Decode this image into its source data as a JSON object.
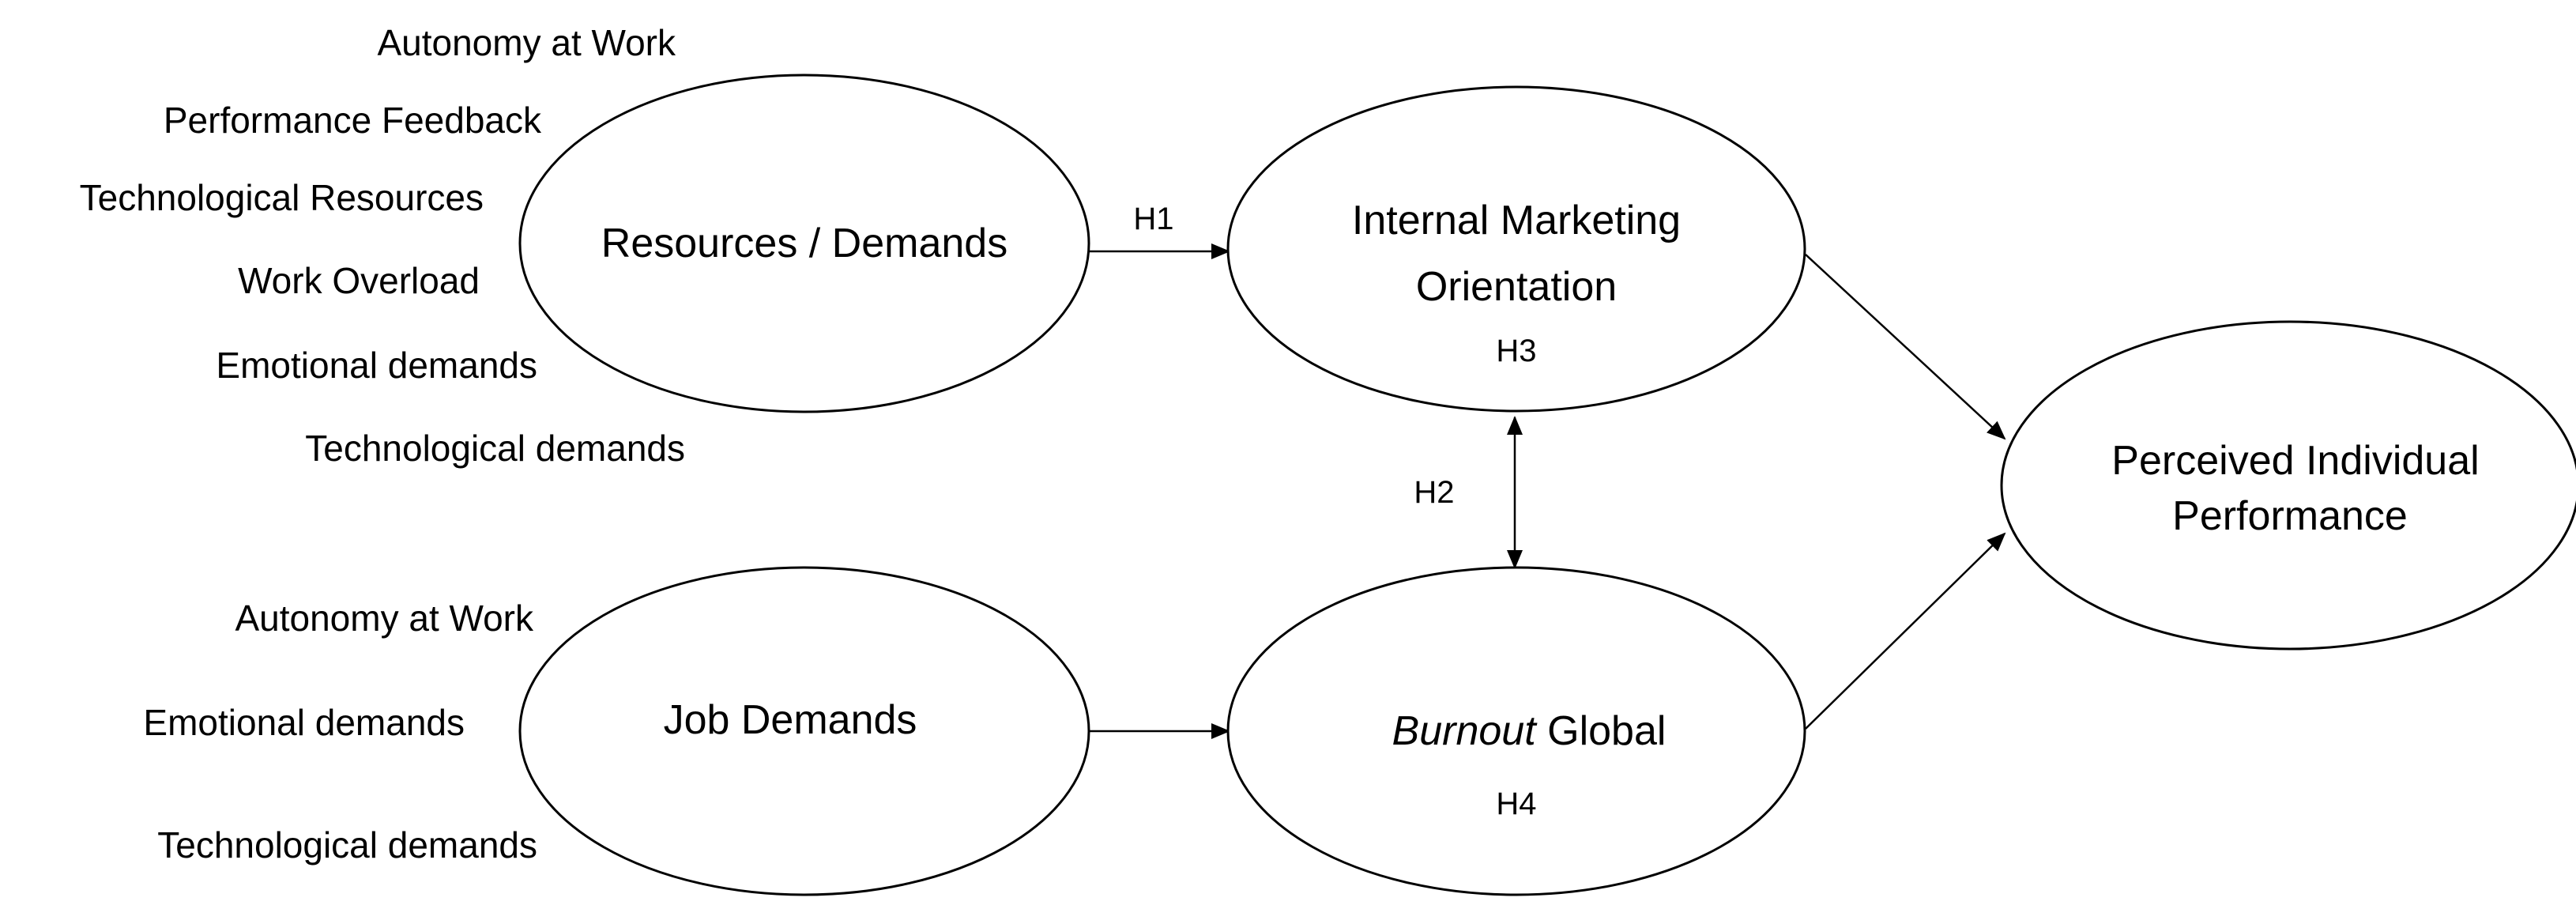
{
  "nodes": {
    "resources_demands": {
      "label": "Resources / Demands"
    },
    "internal_marketing": {
      "line1": "Internal Marketing",
      "line2": "Orientation",
      "hypothesis": "H3"
    },
    "job_demands": {
      "label": "Job Demands"
    },
    "burnout": {
      "label_italic": "Burnout",
      "label_rest": " Global",
      "hypothesis": "H4"
    },
    "perceived_performance": {
      "line1": "Perceived Individual",
      "line2": "Performance"
    }
  },
  "resources_indicators": [
    "Autonomy at Work",
    "Performance Feedback",
    "Technological Resources",
    "Work Overload",
    "Emotional demands",
    "Technological demands"
  ],
  "job_demands_indicators": [
    "Autonomy at Work",
    "Emotional demands",
    "Technological demands"
  ],
  "edges": {
    "h1": "H1",
    "h2": "H2"
  }
}
